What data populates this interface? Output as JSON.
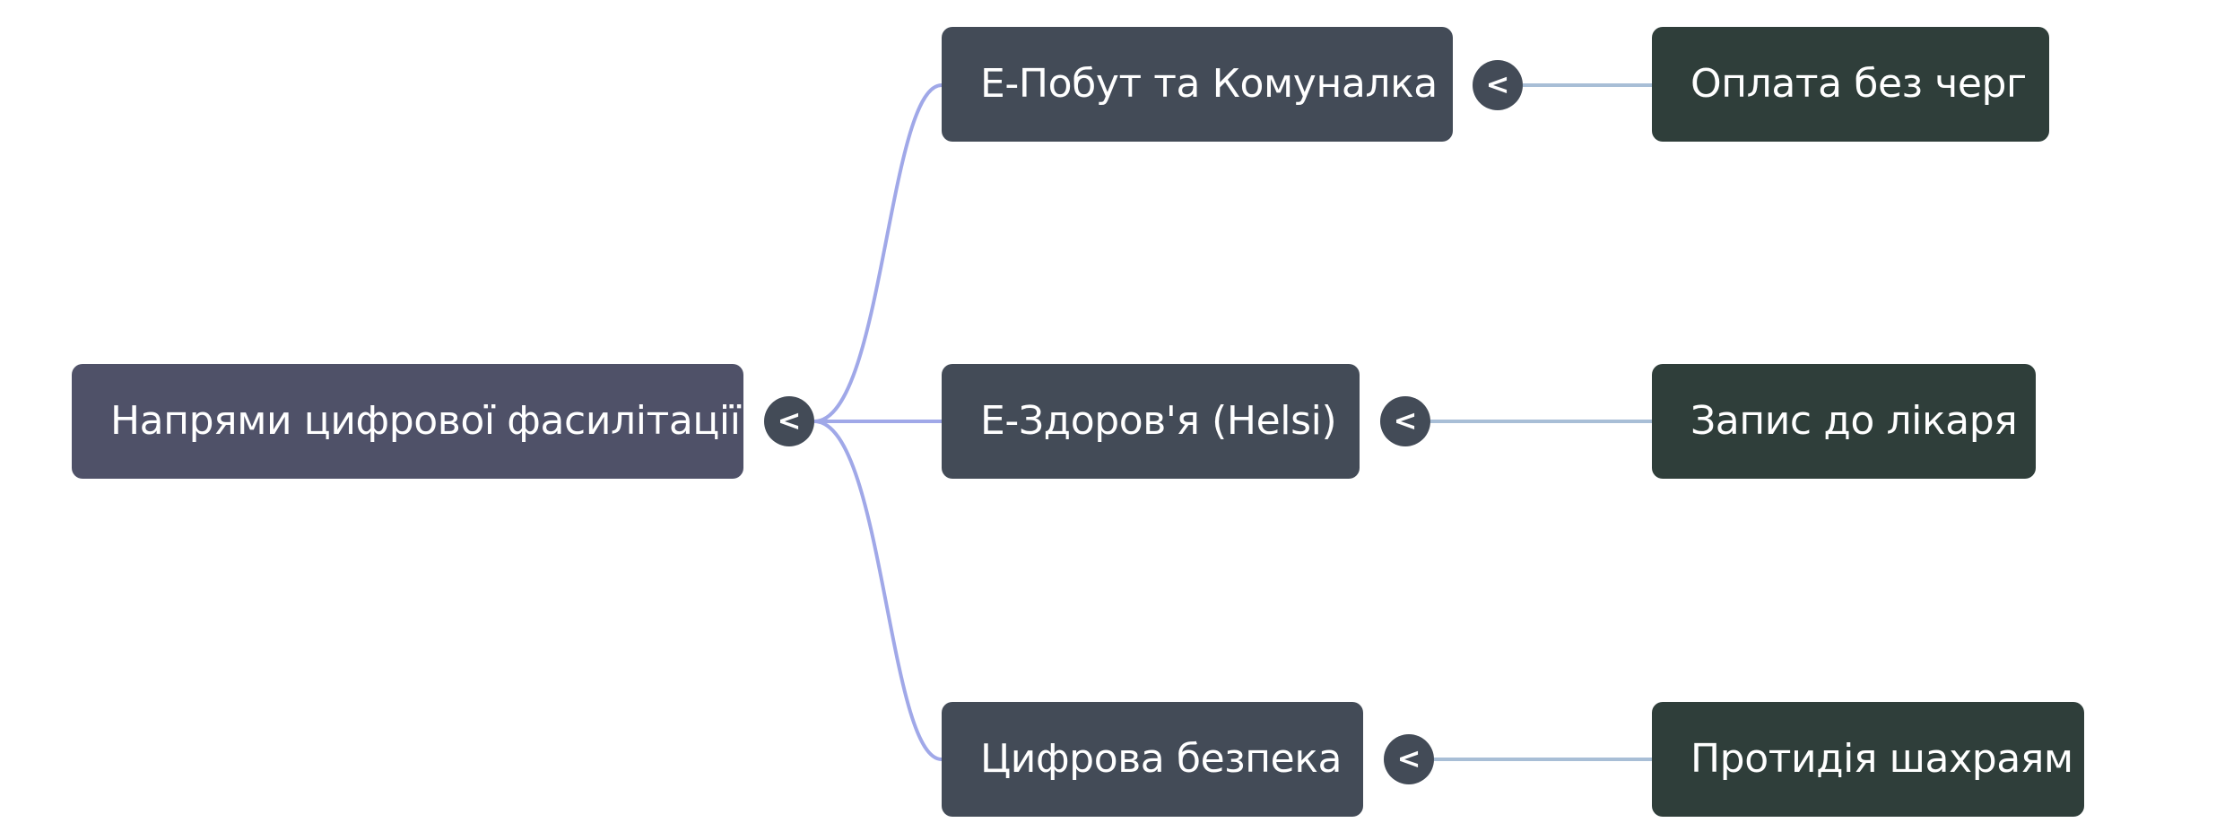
{
  "root": {
    "label": "Напрями цифрової фасилітації",
    "toggle": "<"
  },
  "branches": [
    {
      "label": "Е-Побут та Комуналка",
      "toggle": "<",
      "child": "Оплата без черг"
    },
    {
      "label": "Е-Здоров'я (Helsi)",
      "toggle": "<",
      "child": "Запис до лікаря"
    },
    {
      "label": "Цифрова безпека",
      "toggle": "<",
      "child": "Протидія шахраям"
    }
  ],
  "colors": {
    "root_node": "#4f5168",
    "branch_node": "#434b57",
    "leaf_node": "#2f3e3a",
    "root_connector": "#a0a8e8",
    "leaf_connector": "#a8bed6"
  }
}
